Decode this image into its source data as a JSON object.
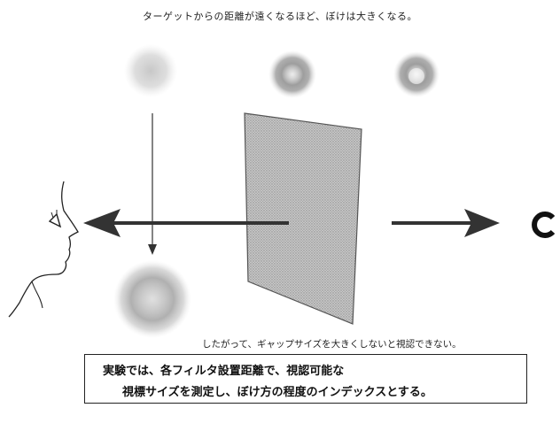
{
  "captions": {
    "top": "ターゲットからの距離が遠くなるほど、ぼけは大きくなる。",
    "middle": "したがって、ギャップサイズを大きくしないと視認できない。"
  },
  "note": {
    "line1": "実験では、各フィルタ設置距離で、視認可能な",
    "line2": "視標サイズを測定し、ぼけ方の程度のインデックスとする。"
  },
  "colors": {
    "ink": "#222222",
    "filter_fill": "#b8b8b8",
    "blur_gray": "#7a7a7a"
  },
  "icons": [
    "eye-face-profile",
    "landolt-ring-target",
    "blurred-ring"
  ]
}
